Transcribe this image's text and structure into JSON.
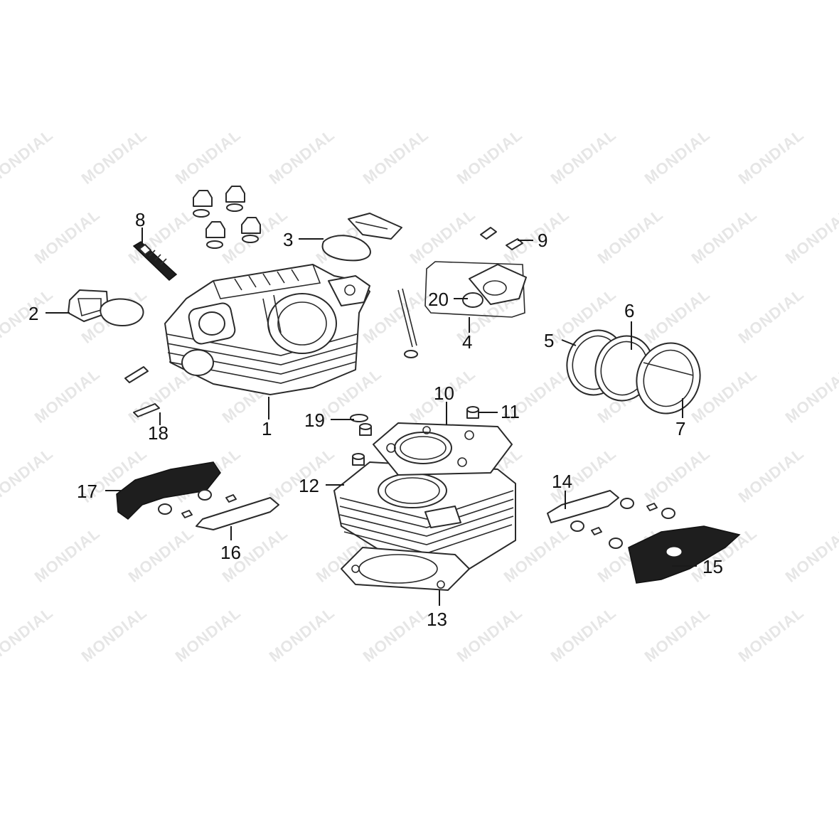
{
  "watermark": {
    "text": "MONDIAL",
    "color": "#e6e6e6"
  },
  "callouts": [
    {
      "id": "1",
      "label": "1"
    },
    {
      "id": "2",
      "label": "2"
    },
    {
      "id": "3",
      "label": "3"
    },
    {
      "id": "4",
      "label": "4"
    },
    {
      "id": "5",
      "label": "5"
    },
    {
      "id": "6",
      "label": "6"
    },
    {
      "id": "7",
      "label": "7"
    },
    {
      "id": "8",
      "label": "8"
    },
    {
      "id": "9",
      "label": "9"
    },
    {
      "id": "10",
      "label": "10"
    },
    {
      "id": "11",
      "label": "11"
    },
    {
      "id": "12",
      "label": "12"
    },
    {
      "id": "13",
      "label": "13"
    },
    {
      "id": "14",
      "label": "14"
    },
    {
      "id": "15",
      "label": "15"
    },
    {
      "id": "16",
      "label": "16"
    },
    {
      "id": "17",
      "label": "17"
    },
    {
      "id": "18",
      "label": "18"
    },
    {
      "id": "19",
      "label": "19"
    },
    {
      "id": "20",
      "label": "20"
    }
  ]
}
